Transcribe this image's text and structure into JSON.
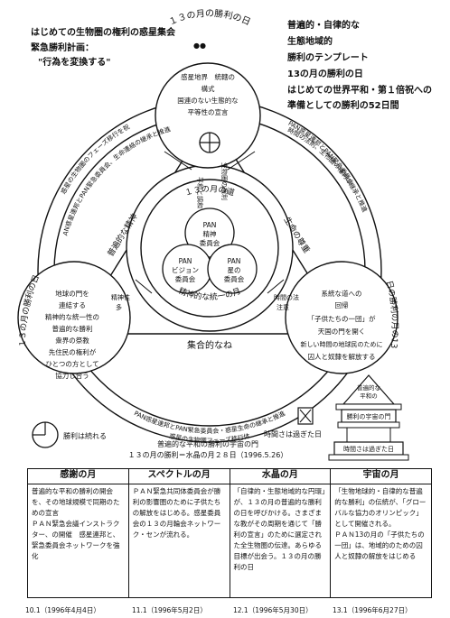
{
  "header_left": {
    "line1": "はじめての生物圏の権利の惑星集会",
    "line2": "緊急勝利計画：",
    "line3": "\"行為を変換する\""
  },
  "header_right": {
    "lines": [
      "普遍的・自律的な",
      "生態地域的",
      "勝利のテンプレート",
      "13の月の勝利の日",
      "はじめての世界平和・第１倍祝への",
      "準備としての勝利の52日間"
    ]
  },
  "outer_ring": {
    "top": "１３の月の勝利の日",
    "upper_left": "惑星の生物圏のフェーズ移行を祝",
    "upper_left_2": "PAN惑星連邦とPAN緊急委員会、生命連絡の継承と推進",
    "upper_right": "PAN惑星連邦とPAN緊急委員会",
    "upper_right_2": "惑星の生物圏のフェーズ移行を祝",
    "upper_right_3": "時間の法則、生物圏の権利の継承と推進",
    "bottom": "PAN惑星連邦とPAN緊急委員会・惑星生命の継承と推進",
    "bottom_2": "惑星の生物圏フェーズ移行体",
    "left_side": "１３の月の勝利の日",
    "right_side": "日の勝利の月の13"
  },
  "circle_top": {
    "lines": [
      "感星地界　統轄の",
      "構式",
      "国連のない生態的な",
      "平等性の宣言"
    ]
  },
  "circle_left": {
    "lines": [
      "地球の門を",
      "連結する",
      "精神的な統一性の",
      "普遍的な勝利",
      "衆界の祭教",
      "先住民の権利が",
      "ひとつの方として",
      "協力し合う"
    ]
  },
  "circle_right": {
    "lines": [
      "系統な道への",
      "回帰",
      "「子供たちの一団」が",
      "天国の門を開く",
      "新しい時間の地球民のために",
      "囚人と奴隷を解放する"
    ]
  },
  "triangle": {
    "left_side": "普遍的な精神",
    "right_side": "生命の尊重",
    "bottom_side": "集合的なね",
    "top_left_label": "平和と調和",
    "top_right_label": "生物圏の権利",
    "left_label_1": "精神性",
    "left_label_2": "多",
    "right_label_1": "時間の法",
    "right_label_2": "注意"
  },
  "inner_ring": {
    "top": "１３の月の道",
    "bottom": "精神的な統一の月"
  },
  "inner_circles": {
    "top": [
      "PAN",
      "精神",
      "委員会"
    ],
    "left": [
      "PAN",
      "ビジョン",
      "委員会"
    ],
    "right": [
      "PAN",
      "星の",
      "委員会"
    ]
  },
  "legend": {
    "circle_label": "勝利は続れる",
    "hourglass_label": "時間さは過ぎた日"
  },
  "building": {
    "roof": [
      "普遍的な",
      "平和の"
    ],
    "floor1": "勝利の宇宙の門",
    "floor2": "時間さは過ぎた日"
  },
  "caption": {
    "line1": "普遍的な平和の勝利の宇宙の門",
    "line2": "１３の月の勝利＝水晶の月２８日（1996.5.26）"
  },
  "table": {
    "headers": [
      "感謝の月",
      "スペクトルの月",
      "水晶の月",
      "宇宙の月"
    ],
    "bodies": [
      "普遍的な平和の勝利の開会を、その地球規模で同期のための宣言\nＰＡＮ緊急会議インストラクター、の開催　感星連邦と、緊急委員会ネットワークを強化",
      "ＰＡＮ緊急共同体委員会が勝利の影響圏のために子供たちの解放をはじめる。感星委員会の１３の月輪会ネットワーク・センが流れる。",
      "「自律的・生態地域的な円環」が、１３の月の普遍的な勝利の日を呼びかける。さまざまな教がその周期を通じて「勝利の宣言」のために選定された全生物圏の伝達。あらゆる目標が出会う。１３の月の勝利の日",
      "「生物地球的・自律的な普遍的な勝利」の伝統が、「グローバルな協力のオリンピック」として開催される。\nＰＡＮ13の月の「子供たちの一団」は、地域的のための囚人と奴隷の解放をはじめる"
    ],
    "footers": [
      "10.1（1996年4月4日）",
      "11.1（1996年5月2日）",
      "12.1（1996年5月30日）",
      "13.1（1996年6月27日）"
    ]
  }
}
